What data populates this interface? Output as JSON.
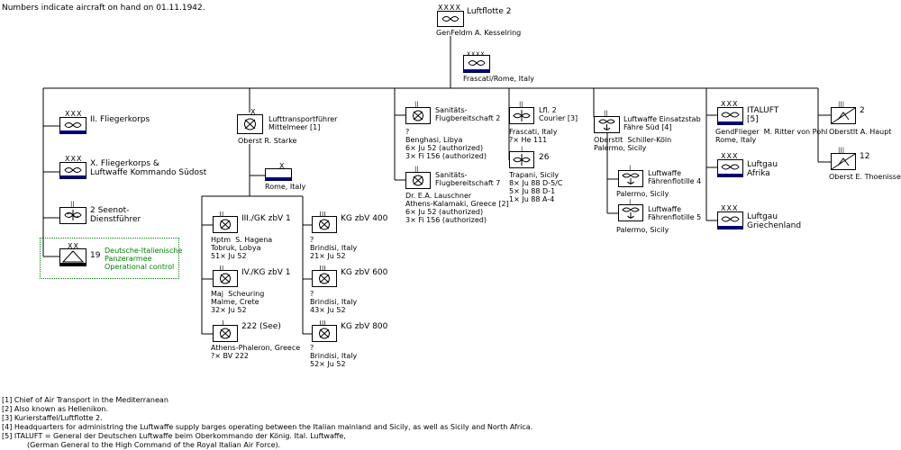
{
  "header_note": "Numbers indicate aircraft on hand on 01.11.1942.",
  "hq": {
    "marks": "XXXX",
    "name": "Luftflotte 2",
    "commander": "GenFeldm  A. Kesselring"
  },
  "hq_base": {
    "marks": "XXXX",
    "location": "Frascati/Rome, Italy"
  },
  "fliegerkorps_2": {
    "marks": "XXX",
    "name": "II. Fliegerkorps"
  },
  "fliegerkorps_10": {
    "marks": "XXX",
    "name": "X. Fliegerkorps &\nLuftwaffe Kommando Südost"
  },
  "seenot": {
    "marks": "||",
    "name": "2 Seenot-\nDienstführer"
  },
  "panzerarmee": {
    "marks": "XX",
    "count": "19",
    "name": "Deutsche-Italienische\nPanzerarmee\nOperational control"
  },
  "transport_leader": {
    "marks": "X",
    "name": "Lufttransportführer\nMittelmeer [1]",
    "commander": "Oberst  R. Starke"
  },
  "transport_base": {
    "marks": "X",
    "location": "Rome, Italy"
  },
  "units_left": [
    {
      "marks": "||",
      "name": "III./GK zbV 1",
      "detail": "Hptm  S. Hagena\nTobruk, Lobya\n51× Ju 52"
    },
    {
      "marks": "||",
      "name": "IV./KG zbV 1",
      "detail": "Maj  Scheuring\nMalme, Crete\n32× Ju 52"
    },
    {
      "marks": "|",
      "name": "222 (See)",
      "detail": "Athens-Phaleron, Greece\n?× BV 222"
    }
  ],
  "units_right": [
    {
      "marks": "|||",
      "name": "KG zbV 400",
      "detail": "?\nBrindisi, Italy\n21× Ju 52"
    },
    {
      "marks": "|||",
      "name": "KG zbV 600",
      "detail": "?\nBrindisi, Italy\n43× Ju 52"
    },
    {
      "marks": "|||",
      "name": "KG zbV 800",
      "detail": "?\nBrindisi, Italy\n52× Ju 52"
    }
  ],
  "sanitaets_2": {
    "marks": "||",
    "name": "Sanitäts-\nFlugbereitschaft 2",
    "detail": "?\nBenghasi, Libya\n6× Ju 52 (authorized)\n3× Fi 156 (authorized)"
  },
  "sanitaets_7": {
    "marks": "||",
    "name": "Sanitäts-\nFlugbereitschaft 7",
    "detail": "Dr. E.A. Lauschner\nAthens-Kalamaki, Greece [2]\n6× Ju 52 (authorized)\n3× Fi 156 (authorized)"
  },
  "courier": {
    "marks": "||",
    "name": "Lfl. 2\nCourier [3]",
    "detail": "Frascati, Italy\n?× He 111"
  },
  "unit_26": {
    "marks": "|",
    "name": "26",
    "detail": "Trapani, Sicily\n8× Ju 88 D-5/C\n5× Ju 88 D-1\n1× Ju 88 A-4"
  },
  "einsatzstab": {
    "marks": "||",
    "name": "Luftwaffe Einsatzstab\nFähre Süd [4]",
    "detail": "Oberstlt  Schiller-Köln\nPalermo, Sicily"
  },
  "flotille_4": {
    "marks": "|",
    "name": "Luftwaffe\nFährenflotille 4",
    "detail": "Palermo, Sicily"
  },
  "flotille_5": {
    "marks": "|",
    "name": "Luftwaffe\nFährenflotille 5",
    "detail": "Palermo, Sicily"
  },
  "italuft": {
    "marks": "XXX",
    "name": "ITALUFT\n[5]",
    "detail": "GendFlieger  M. Ritter von Pohl\nRome, Italy"
  },
  "luftgau_afrika": {
    "marks": "XXX",
    "name": "Luftgau\nAfrika"
  },
  "luftgau_griechenland": {
    "marks": "XXX",
    "name": "Luftgau\nGriechenland"
  },
  "unit_2": {
    "marks": "|||",
    "count": "2",
    "detail": "Oberstlt  A. Haupt"
  },
  "unit_12": {
    "marks": "|||",
    "count": "12",
    "detail": "Oberst  E. Thoenissen"
  },
  "footnotes": [
    "[1] Chief of Air Transport in the Mediterranean",
    "[2] Also known as Hellenikon.",
    "[3] Kurierstaffel/Luftflotte 2.",
    "[4] Headquarters for administring the Luftwaffe supply barges operating between the Italian mainland and Sicily, as well as Sicily and North Africa.",
    "[5] ITALUFT = General der Deutschen Luftwaffe beim Oberkommando der König. Ital. Luftwaffe,",
    "           (German General to the High Command of the Royal Italian Air Force)."
  ],
  "colors": {
    "line": "#000000",
    "highlight_blue": "#000080",
    "operational_green": "#008000"
  },
  "icons": {
    "air_unit": "propeller-icon",
    "transport": "transport-propeller-icon",
    "sea": "anchor-icon",
    "flak": "antiaircraft-icon",
    "ground": "tank-icon"
  }
}
